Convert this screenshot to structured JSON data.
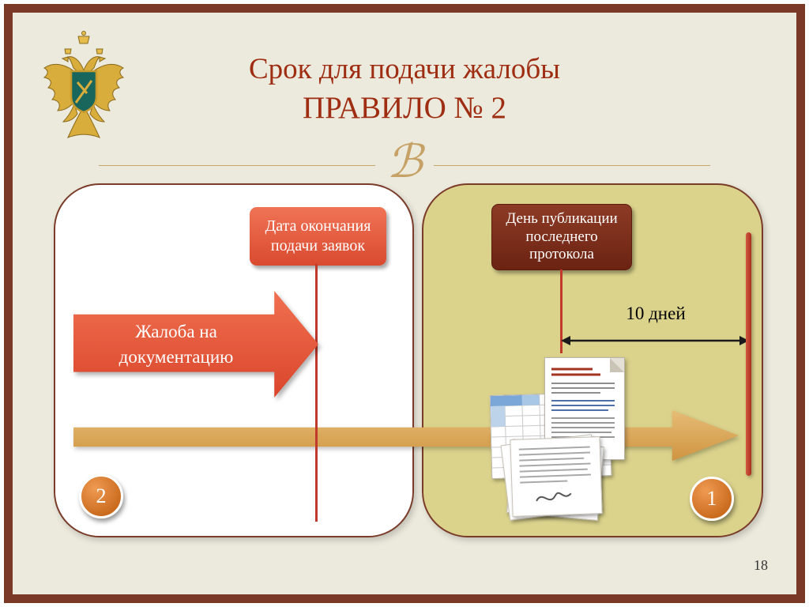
{
  "header": {
    "title_line1": "Срок для подачи жалобы",
    "title_line2": "ПРАВИЛО № 2",
    "ornament_glyph": "ℬ"
  },
  "timeline": {
    "left": {
      "callout": "Дата окончания подачи заявок",
      "arrow_label": "Жалоба на документацию",
      "badge": "2"
    },
    "right": {
      "callout": "День публикации последнего протокола",
      "duration": "10 дней",
      "badge": "1"
    }
  },
  "footer": {
    "page_number": "18"
  },
  "colors": {
    "frame_border": "#7a3826",
    "slide_background": "#eceadd",
    "title_text": "#9e2d12",
    "accent_red": "#da452b",
    "maroon_callout": "#6b2312",
    "khaki_panel": "#dbd38c",
    "gold_arrow": "#cf9440",
    "red_marker_line": "#c0392b",
    "badge_orange": "#c96a1d",
    "ornament_gold": "#c6a266"
  }
}
